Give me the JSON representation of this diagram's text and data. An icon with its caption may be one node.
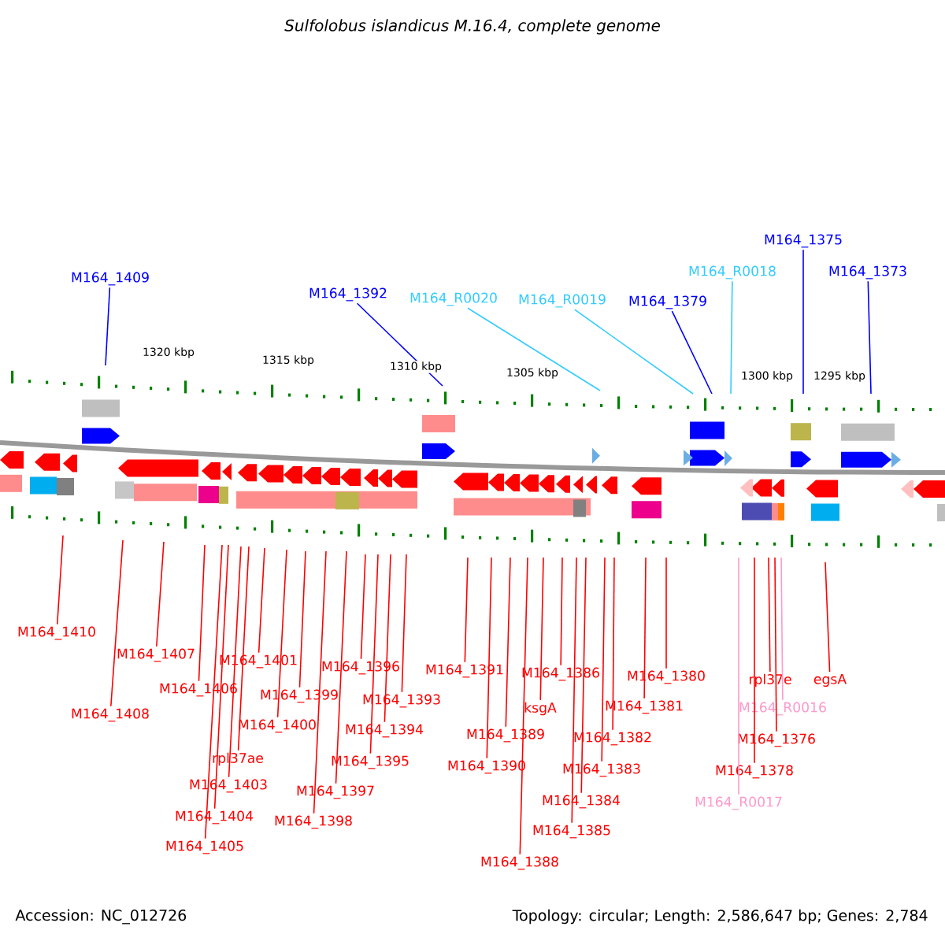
{
  "diagram": {
    "title": "Sulfolobus islandicus M.16.4, complete genome",
    "nodes": [
      {
        "text": [
          "M164_1409"
        ]
      },
      {
        "text": [
          "M164_1392"
        ]
      },
      {
        "text": [
          "M164_R0020"
        ]
      },
      {
        "text": [
          "M164_R0019"
        ]
      },
      {
        "text": [
          "M164_1379"
        ]
      },
      {
        "text": [
          "M164_R0018"
        ]
      },
      {
        "text": [
          "M164_1375"
        ]
      },
      {
        "text": [
          "M164_1373"
        ]
      },
      {
        "text": [
          "M164_1410"
        ]
      },
      {
        "text": [
          "M164_1407"
        ]
      },
      {
        "text": [
          "M164_1408"
        ]
      },
      {
        "text": [
          "M164_1406"
        ]
      },
      {
        "text": [
          "M164_1401"
        ]
      },
      {
        "text": [
          "M164_1399"
        ]
      },
      {
        "text": [
          "M164_1400"
        ]
      },
      {
        "text": [
          "rpl37ae"
        ]
      },
      {
        "text": [
          "M164_1403"
        ]
      },
      {
        "text": [
          "M164_1404"
        ]
      },
      {
        "text": [
          "M164_1405"
        ]
      },
      {
        "text": [
          "M164_1396"
        ]
      },
      {
        "text": [
          "M164_1393"
        ]
      },
      {
        "text": [
          "M164_1394"
        ]
      },
      {
        "text": [
          "M164_1395"
        ]
      },
      {
        "text": [
          "M164_1397"
        ]
      },
      {
        "text": [
          "M164_1398"
        ]
      },
      {
        "text": [
          "M164_1391"
        ]
      },
      {
        "text": [
          "M164_1386"
        ]
      },
      {
        "text": [
          "ksgA"
        ]
      },
      {
        "text": [
          "M164_1389"
        ]
      },
      {
        "text": [
          "M164_1390"
        ]
      },
      {
        "text": [
          "M164_1388"
        ]
      },
      {
        "text": [
          "M164_1382"
        ]
      },
      {
        "text": [
          "M164_1383"
        ]
      },
      {
        "text": [
          "M164_1384"
        ]
      },
      {
        "text": [
          "M164_1385"
        ]
      },
      {
        "text": [
          "M164_1380"
        ]
      },
      {
        "text": [
          "M164_1381"
        ]
      },
      {
        "text": [
          "rpl37e"
        ]
      },
      {
        "text": [
          "egsA"
        ]
      },
      {
        "text": [
          "M164_R0016"
        ]
      },
      {
        "text": [
          "M164_1376"
        ]
      },
      {
        "text": [
          "M164_1378"
        ]
      },
      {
        "text": [
          "M164_R0017"
        ]
      }
    ],
    "edges": [
      {
        "from": 0,
        "to": null,
        "arrow": "none",
        "color": "#0000ff"
      },
      {
        "from": 1,
        "to": null,
        "arrow": "none",
        "color": "#0000ff"
      },
      {
        "from": 2,
        "to": null,
        "arrow": "none",
        "color": "#33ccff"
      },
      {
        "from": 3,
        "to": null,
        "arrow": "none",
        "color": "#33ccff"
      },
      {
        "from": 4,
        "to": null,
        "arrow": "none",
        "color": "#0000ff"
      },
      {
        "from": 5,
        "to": null,
        "arrow": "none",
        "color": "#33ccff"
      },
      {
        "from": 6,
        "to": null,
        "arrow": "none",
        "color": "#0000ff"
      },
      {
        "from": 7,
        "to": null,
        "arrow": "none",
        "color": "#0000ff"
      },
      {
        "from": 8,
        "to": null,
        "arrow": "none"
      },
      {
        "from": 9,
        "to": null,
        "arrow": "none"
      },
      {
        "from": 10,
        "to": null,
        "arrow": "none"
      },
      {
        "from": 11,
        "to": null,
        "arrow": "none"
      },
      {
        "from": 12,
        "to": null,
        "arrow": "none"
      },
      {
        "from": 13,
        "to": null,
        "arrow": "none"
      },
      {
        "from": 14,
        "to": null,
        "arrow": "none"
      },
      {
        "from": 15,
        "to": null,
        "arrow": "none"
      },
      {
        "from": 16,
        "to": null,
        "arrow": "none"
      },
      {
        "from": 17,
        "to": null,
        "arrow": "none"
      },
      {
        "from": 18,
        "to": null,
        "arrow": "none"
      },
      {
        "from": 19,
        "to": null,
        "arrow": "none"
      },
      {
        "from": 20,
        "to": null,
        "arrow": "none"
      },
      {
        "from": 21,
        "to": null,
        "arrow": "none"
      },
      {
        "from": 22,
        "to": null,
        "arrow": "none"
      },
      {
        "from": 23,
        "to": null,
        "arrow": "none"
      },
      {
        "from": 24,
        "to": null,
        "arrow": "none"
      },
      {
        "from": 25,
        "to": null,
        "arrow": "none"
      },
      {
        "from": 26,
        "to": null,
        "arrow": "none"
      },
      {
        "from": 27,
        "to": null,
        "arrow": "none"
      },
      {
        "from": 28,
        "to": null,
        "arrow": "none"
      },
      {
        "from": 29,
        "to": null,
        "arrow": "none"
      },
      {
        "from": 30,
        "to": null,
        "arrow": "none"
      },
      {
        "from": 31,
        "to": null,
        "arrow": "none"
      },
      {
        "from": 32,
        "to": null,
        "arrow": "none"
      },
      {
        "from": 33,
        "to": null,
        "arrow": "none"
      },
      {
        "from": 34,
        "to": null,
        "arrow": "none"
      },
      {
        "from": 35,
        "to": null,
        "arrow": "none"
      },
      {
        "from": 36,
        "to": null,
        "arrow": "none"
      },
      {
        "from": 37,
        "to": null,
        "arrow": "none"
      },
      {
        "from": 38,
        "to": null,
        "arrow": "none"
      },
      {
        "from": 39,
        "to": null,
        "arrow": "none",
        "color": "#ff99cc"
      },
      {
        "from": 40,
        "to": null,
        "arrow": "none"
      },
      {
        "from": 41,
        "to": null,
        "arrow": "none"
      },
      {
        "from": 42,
        "to": null,
        "arrow": "none",
        "color": "#ff99cc"
      }
    ],
    "labels": [
      "1320 kbp",
      "1315 kbp",
      "1310 kbp",
      "1305 kbp",
      "1300 kbp",
      "1295 kbp",
      "Accession: NC_012726",
      "Topology: circular; Length: 2,586,647 bp; Genes: 2,784"
    ]
  }
}
